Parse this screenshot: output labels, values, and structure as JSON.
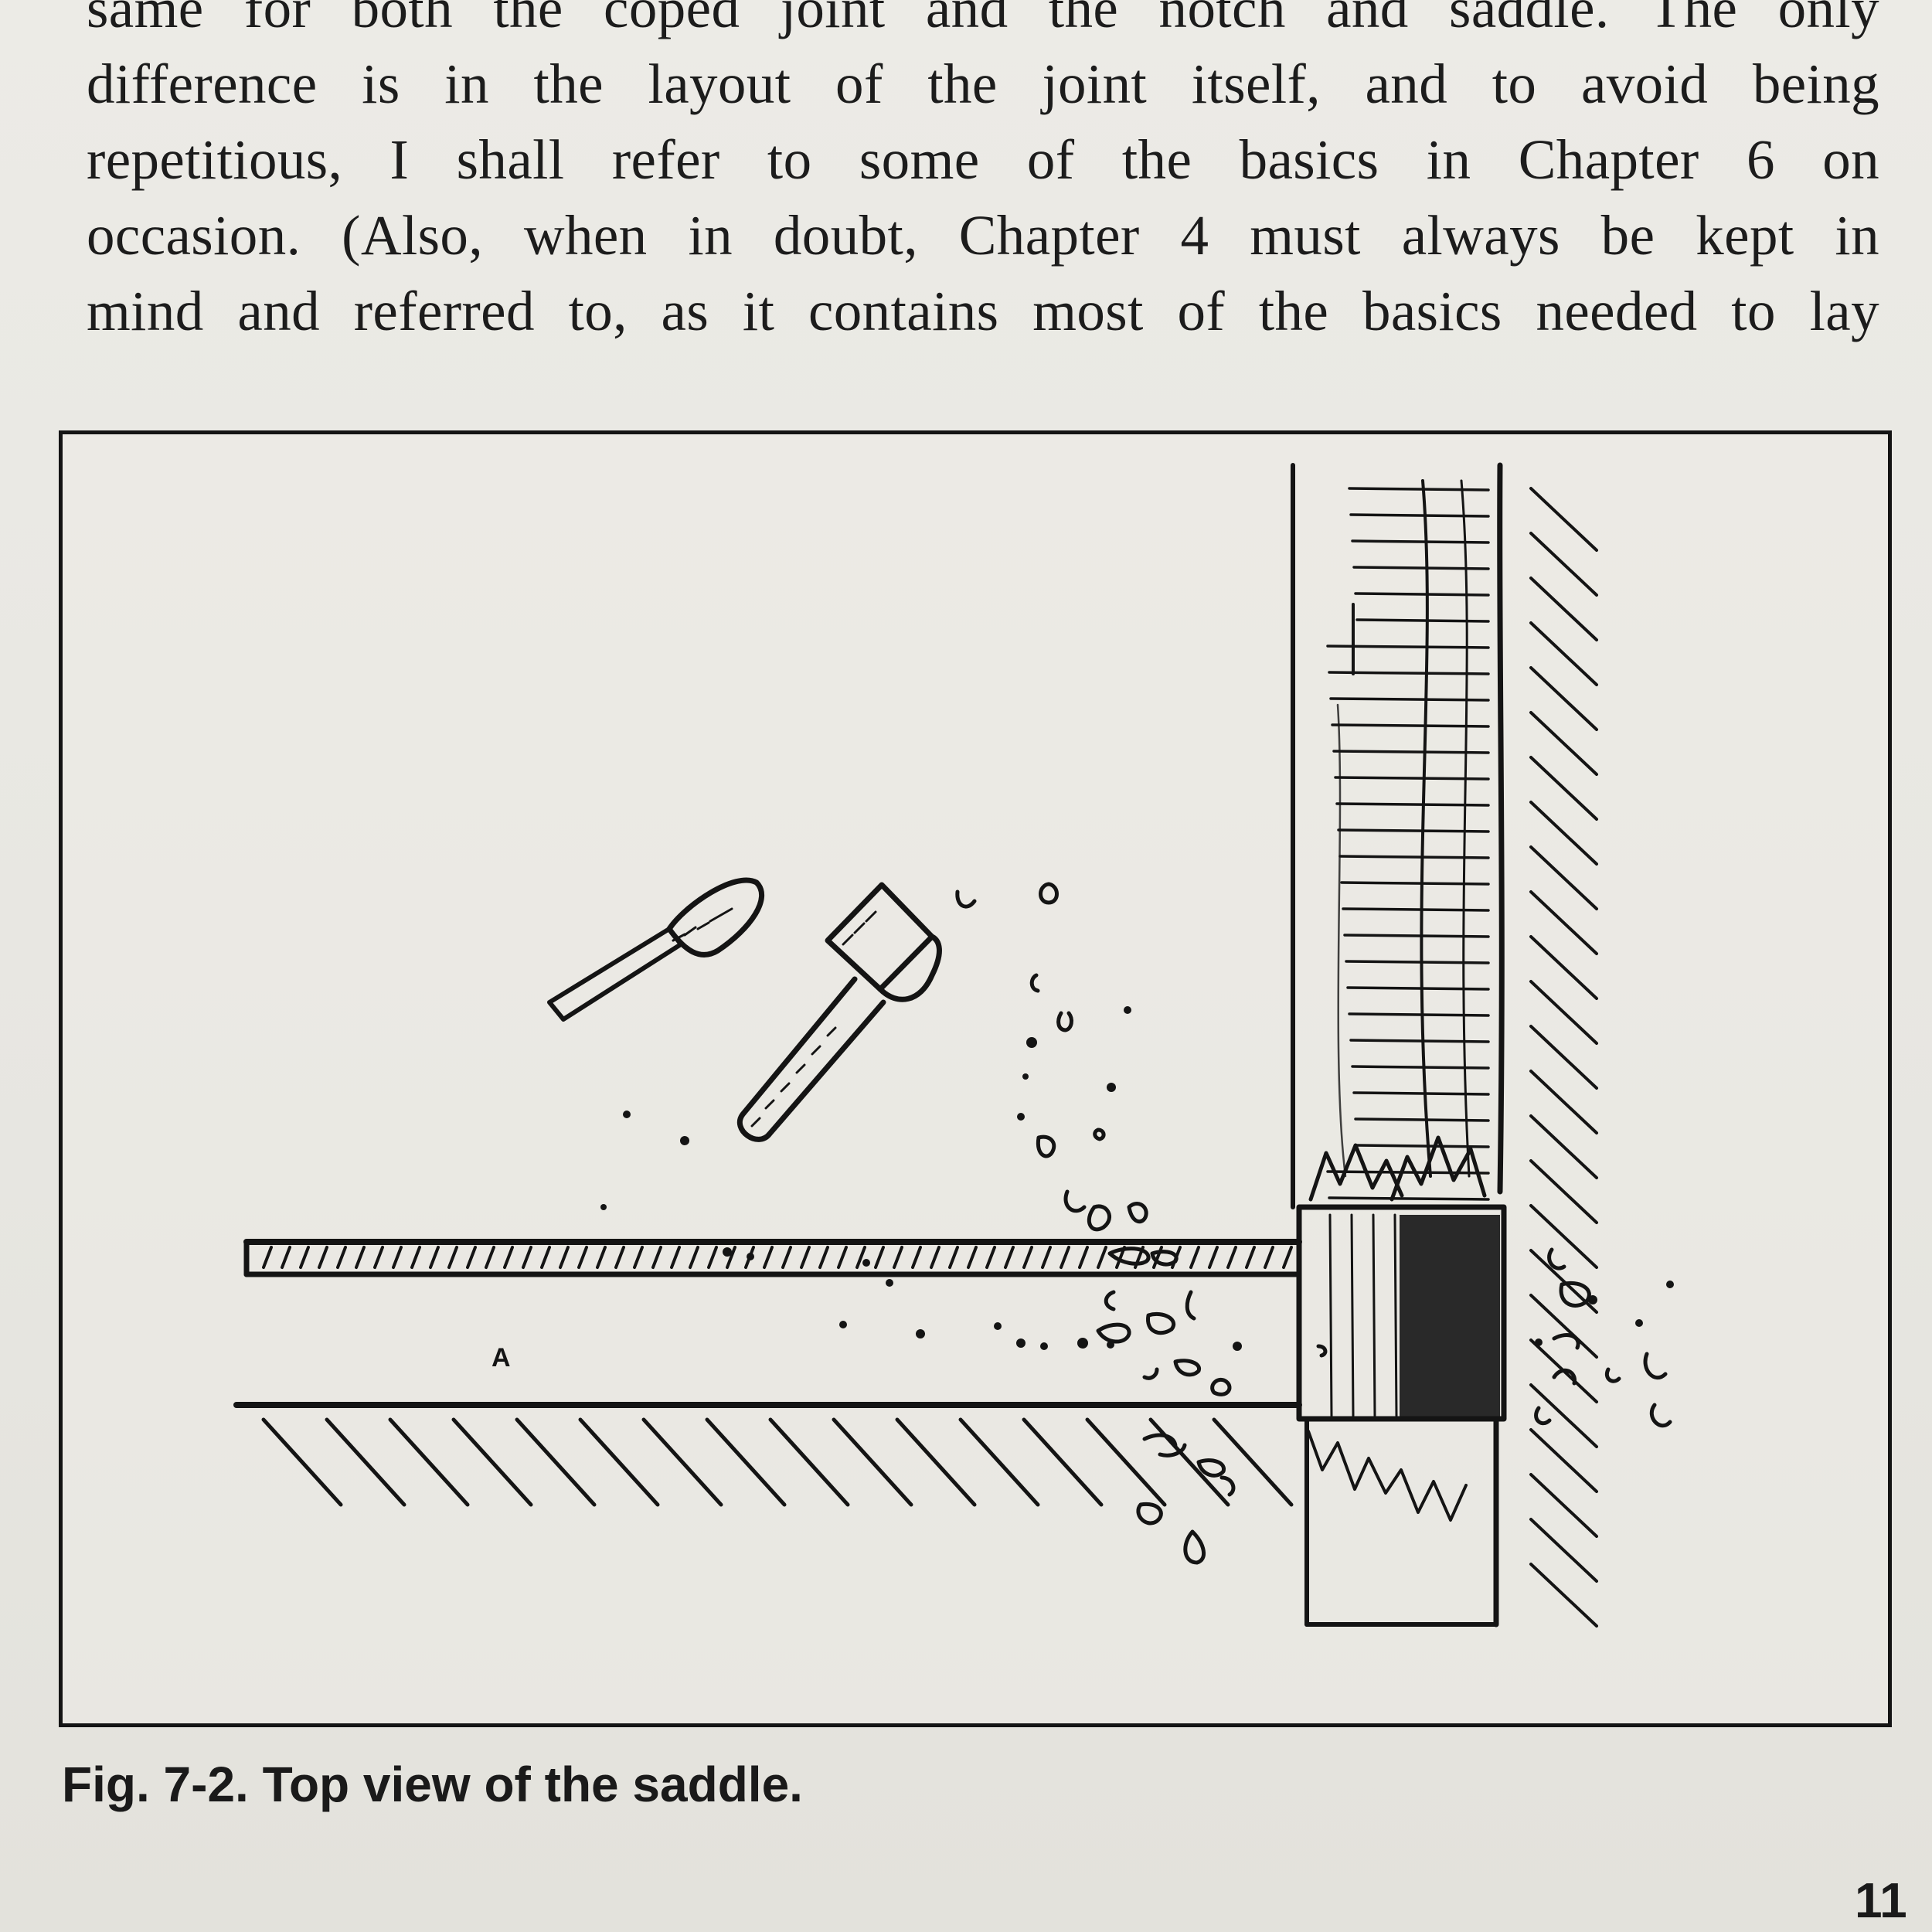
{
  "body_text": {
    "lines": [
      "same for both the coped joint and the notch and saddle. The only",
      "difference is in the layout of the joint itself, and to avoid being",
      "repetitious, I shall refer to some of the basics in Chapter 6 on",
      "occasion. (Also, when in doubt, Chapter 4 must always be kept in",
      "mind and referred to, as it contains most of the basics needed to lay"
    ]
  },
  "figure": {
    "label_a": "A",
    "caption": "Fig. 7-2. Top view of the saddle."
  },
  "page_number": "11"
}
